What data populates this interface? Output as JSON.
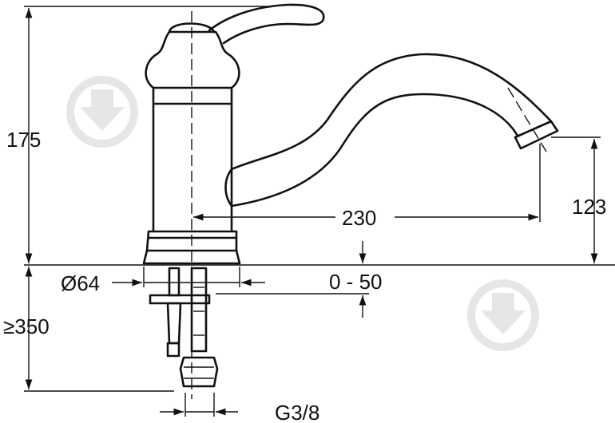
{
  "dimensions": {
    "height_total": "175",
    "spout_height": "123",
    "spout_reach": "230",
    "base_diameter": "Ø64",
    "deck_thickness": "0 - 50",
    "hose_length": "≥350",
    "connection_thread": "G3/8"
  },
  "colors": {
    "line": "#111111",
    "watermark": "#e6e6e6"
  }
}
